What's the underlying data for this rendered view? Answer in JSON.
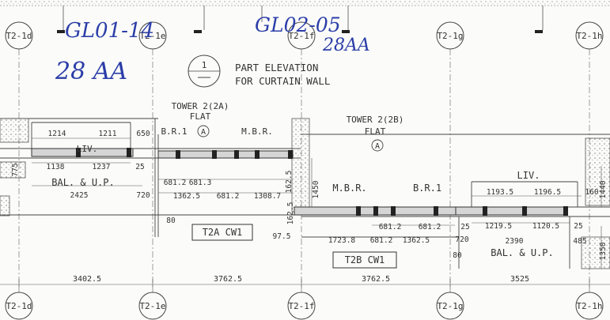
{
  "annotations": {
    "note_a_line1": "GL01-14",
    "note_a_line2": "28 AA",
    "note_b_line1": "GL02-05",
    "note_b_line2": "28AA"
  },
  "title_block": {
    "number": "1",
    "title_line1": "PART ELEVATION",
    "title_line2": "FOR CURTAIN WALL"
  },
  "grid_labels": [
    "T2-1d",
    "T2-1e",
    "T2-1f",
    "T2-1g",
    "T2-1h"
  ],
  "towers": {
    "tower_a_line1": "TOWER 2(2A)",
    "tower_a_line2": "FLAT",
    "tower_a_mark": "A",
    "tower_b_line1": "TOWER 2(2B)",
    "tower_b_line2": "FLAT",
    "tower_b_mark": "A"
  },
  "rooms": {
    "liv_a": "LIV.",
    "br1_a": "B.R.1",
    "mbr_a": "M.B.R.",
    "bal_a": "BAL. & U.P.",
    "mbr_b": "M.B.R.",
    "br1_b": "B.R.1",
    "liv_b": "LIV.",
    "bal_b": "BAL. & U.P."
  },
  "tags": {
    "cw_a": "T2A CW1",
    "cw_b": "T2B CW1"
  },
  "dimensions": {
    "d1214": "1214",
    "d1211": "1211",
    "d650": "650",
    "d775": "775",
    "d1138": "1138",
    "d1237": "1237",
    "d25a": "25",
    "d2425": "2425",
    "d720a": "720",
    "d681_2a": "681.2",
    "d681_3": "681.3",
    "d1362_5a": "1362.5",
    "d681_2b": "681.2",
    "d1308_7": "1308.7",
    "d80a": "80",
    "d162_5a": "162.5",
    "d1450": "1450",
    "d162_5b": "162.5",
    "d97_5": "97.5",
    "d1723_8": "1723.8",
    "d681_2c": "681.2",
    "d1362_5b": "1362.5",
    "d681_2d": "681.2",
    "d681_2e": "681.2",
    "d25b": "25",
    "d720b": "720",
    "d80b": "80",
    "d1193_5": "1193.5",
    "d1196_5": "1196.5",
    "d160": "160",
    "d1440": "1440",
    "d1219_5": "1219.5",
    "d1120_5": "1120.5",
    "d25c": "25",
    "d2390": "2390",
    "d485": "485",
    "d1350": "1350",
    "bay1": "3402.5",
    "bay2": "3762.5",
    "bay3": "3762.5",
    "bay4": "3525"
  }
}
